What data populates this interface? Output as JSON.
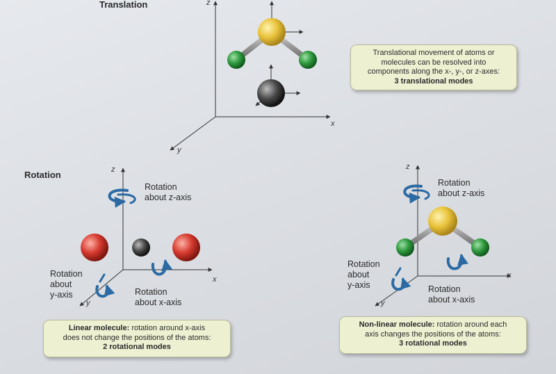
{
  "translation": {
    "title": "Translation",
    "axes": {
      "z": "z",
      "x": "x",
      "y": "y"
    },
    "caption": {
      "line1": "Translational movement of atoms or",
      "line2": "molecules can be resolved into",
      "line3": "components along the x-, y-, or z-axes:",
      "line4": "3 translational modes"
    }
  },
  "rotation": {
    "title": "Rotation",
    "linear": {
      "axes": {
        "z": "z",
        "x": "x",
        "y": "y"
      },
      "rot_z": {
        "line1": "Rotation",
        "line2": "about z-axis"
      },
      "rot_y": {
        "line1": "Rotation",
        "line2": "about",
        "line3": "y-axis"
      },
      "rot_x": {
        "line1": "Rotation",
        "line2": "about x-axis"
      },
      "caption": {
        "bold": "Linear molecule:",
        "line1_rest": " rotation around x-axis",
        "line2": "does not change the positions of the atoms:",
        "line3": "2 rotational modes"
      }
    },
    "nonlinear": {
      "axes": {
        "z": "z",
        "x": "x",
        "y": "y"
      },
      "rot_z": {
        "line1": "Rotation",
        "line2": "about z-axis"
      },
      "rot_y": {
        "line1": "Rotation",
        "line2": "about",
        "line3": "y-axis"
      },
      "rot_x": {
        "line1": "Rotation",
        "line2": "about x-axis"
      },
      "caption": {
        "bold": "Non-linear molecule:",
        "line1_rest": " rotation around each",
        "line2": "axis changes the positions of the atoms:",
        "line3": "3 rotational modes"
      }
    }
  },
  "colors": {
    "sulfur": "#e8c23a",
    "chlorine": "#2f9a3e",
    "carbon_gray": "#3a3a3a",
    "oxygen_red": "#d63a2e",
    "arrow_blue": "#2b6aa3",
    "caption_bg": "#eef0d2"
  }
}
